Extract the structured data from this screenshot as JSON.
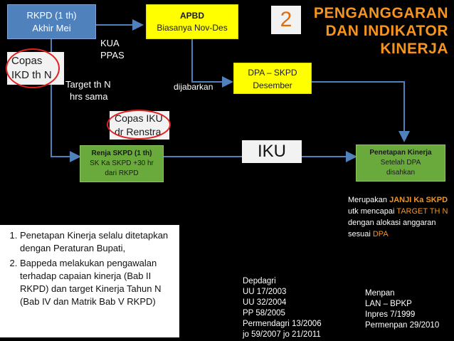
{
  "boxes": {
    "rkpd": {
      "line1": "RKPD (1 th)",
      "line2": "Akhir Mei"
    },
    "apbd": {
      "line1": "APBD",
      "line2": "Biasanya Nov-Des"
    },
    "dpa": {
      "line1": "DPA – SKPD",
      "line2": "Desember"
    },
    "renja": {
      "line1": "Renja SKPD (1 th)",
      "line2": "SK Ka SKPD +30 hr",
      "line3": "dari RKPD"
    },
    "penetapan": {
      "line1": "Penetapan Kinerja",
      "line2": "Setelah DPA",
      "line3": "disahkan"
    }
  },
  "number_badge": "2",
  "title": {
    "line1": "PENGANGGARAN",
    "line2": "DAN INDIKATOR",
    "line3": "KINERJA"
  },
  "labels": {
    "kua_ppas": {
      "line1": "KUA",
      "line2": "PPAS"
    },
    "copas_ikd": {
      "line1": "Copas",
      "line2": "IKD th N"
    },
    "target": {
      "line1": "Target th N",
      "line2": "hrs sama"
    },
    "dijabarkan": "dijabarkan",
    "copas_iku": {
      "line1": "Copas IKU",
      "line2": "dr Renstra"
    },
    "iku": "IKU"
  },
  "janji": {
    "p1": "Merupakan ",
    "p2": "JANJI Ka SKPD",
    "p3": " utk mencapai ",
    "p4": "TARGET TH N",
    "p5": " dengan alokasi anggaran sesuai ",
    "p6": "DPA"
  },
  "notes": [
    "Penetapan Kinerja selalu ditetapkan dengan Peraturan Bupati,",
    "Bappeda melakukan pengawalan terhadap capaian  kinerja (Bab II RKPD) dan target Kinerja Tahun N (Bab IV dan Matrik Bab V RKPD)"
  ],
  "depdagri": [
    "Depdagri",
    "UU 17/2003",
    "UU 32/2004",
    "PP 58/2005",
    "Permendagri 13/2006",
    "jo 59/2007 jo 21/2011"
  ],
  "menpan": [
    "Menpan",
    "LAN – BPKP",
    "Inpres 7/1999",
    "Permenpan 29/2010"
  ],
  "colors": {
    "blue": "#4f81bd",
    "yellow": "#ffff00",
    "green": "#6aaa3c",
    "orange": "#f7941d",
    "red": "#e02020"
  }
}
